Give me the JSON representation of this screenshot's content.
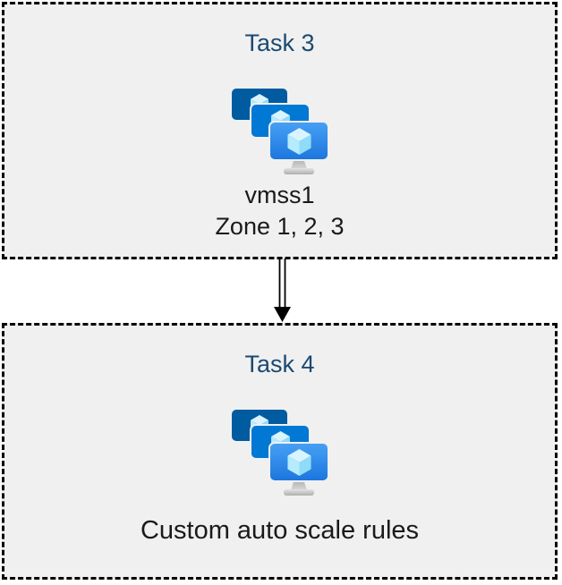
{
  "diagram": {
    "tasks": [
      {
        "title": "Task 3",
        "icon": "vmss-icon",
        "lines": {
          "0": "vmss1",
          "1": "Zone 1, 2, 3"
        }
      },
      {
        "title": "Task 4",
        "icon": "vmss-icon",
        "lines": {
          "0": "Custom auto scale rules"
        }
      }
    ],
    "connector": {
      "type": "double-line-arrow",
      "direction": "down"
    }
  },
  "colors": {
    "task-title": "#1b4a72",
    "box-bg": "#f0f0f0",
    "box-border": "#000000",
    "body-text": "#1a1a1a",
    "monitor-back": "#005ba1",
    "monitor-mid": "#0078d4",
    "monitor-front-top": "#47a0f4",
    "monitor-front-bottom": "#1d76dd",
    "cube-top": "#d9f4fe",
    "cube-left": "#b5ebfc",
    "cube-right": "#8edcf7"
  }
}
